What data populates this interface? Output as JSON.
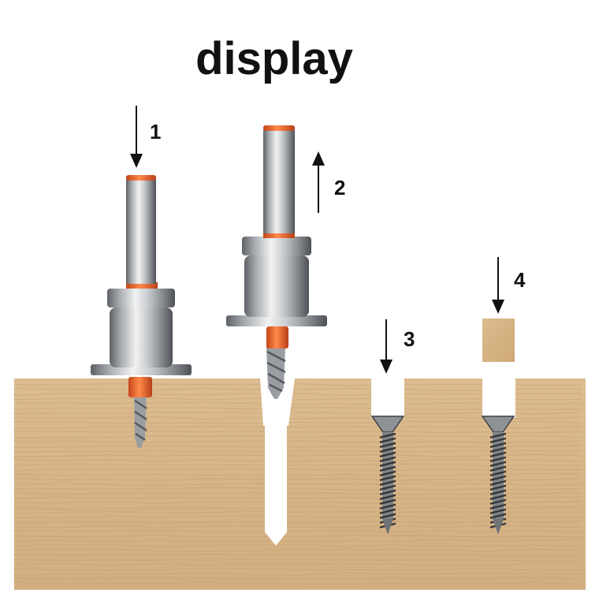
{
  "title": "display",
  "steps": [
    {
      "number": "1",
      "arrow": "down-arrow-icon"
    },
    {
      "number": "2",
      "arrow": "up-arrow-icon"
    },
    {
      "number": "3",
      "arrow": "down-arrow-icon"
    },
    {
      "number": "4",
      "arrow": "down-arrow-icon"
    }
  ],
  "colors": {
    "wood": "#d9b88c",
    "wood_grain": "#c9a373",
    "steel": "#b9bcc0",
    "steel_dark": "#6f7378",
    "orange_ring": "#ef6a2a",
    "arrow": "#111111"
  }
}
